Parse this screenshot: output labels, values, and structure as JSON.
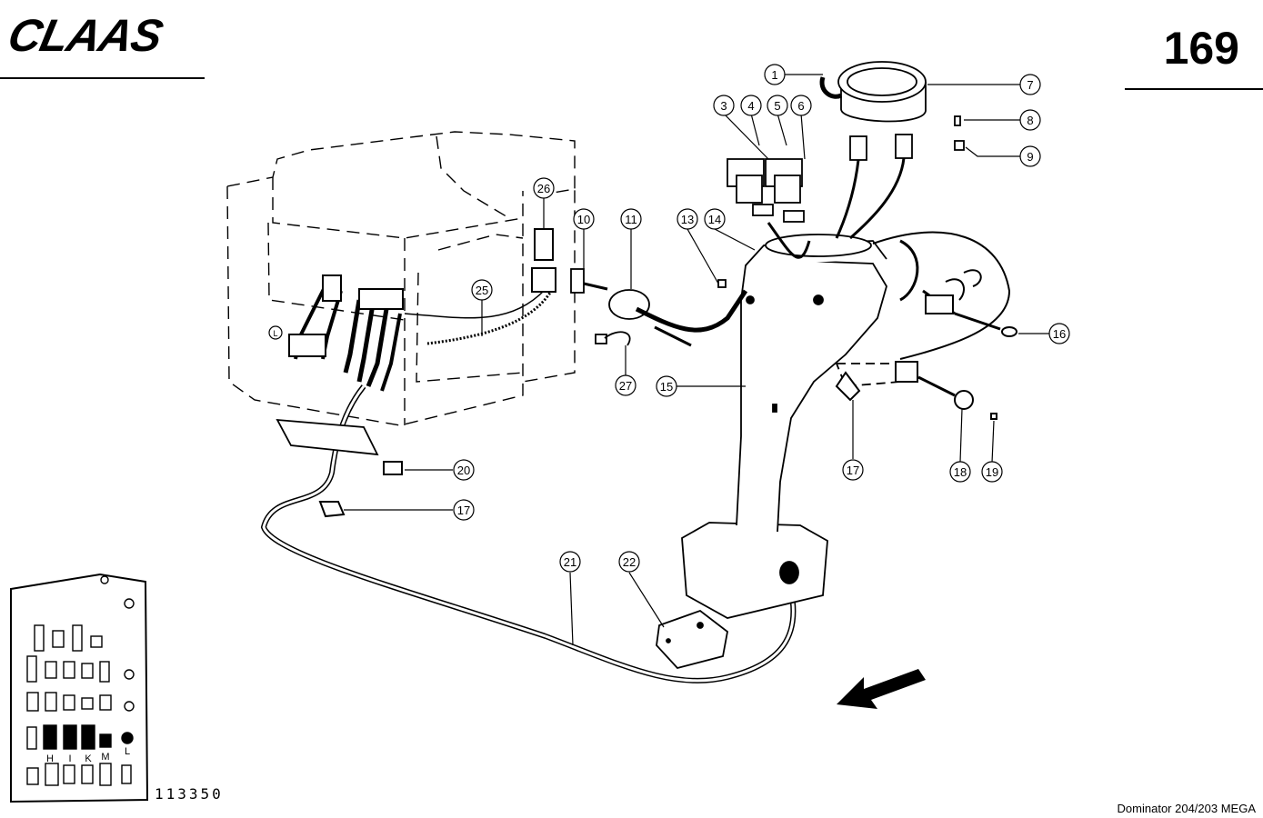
{
  "header": {
    "brand": "CLAAS",
    "page_number": "169"
  },
  "footer": {
    "drawing_number": "113350",
    "model": "Dominator 204/203 MEGA"
  },
  "callouts": [
    "1",
    "3",
    "4",
    "5",
    "6",
    "7",
    "8",
    "9",
    "10",
    "11",
    "13",
    "14",
    "15",
    "16",
    "17",
    "17",
    "18",
    "19",
    "20",
    "21",
    "22",
    "25",
    "26",
    "27"
  ],
  "fuse_panel": {
    "marker_small": "L",
    "fuse_labels": [
      "H",
      "I",
      "K",
      "M",
      "L"
    ]
  }
}
